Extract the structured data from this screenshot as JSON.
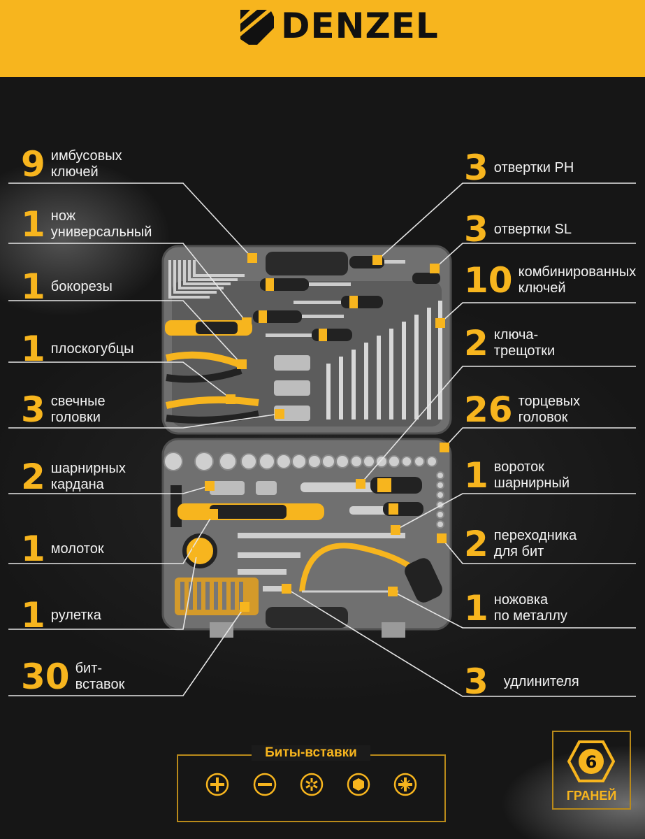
{
  "brand": {
    "name": "DENZEL"
  },
  "colors": {
    "accent": "#f7b51e",
    "background": "#1b1b1b",
    "case": "#6e6e6e"
  },
  "left_callouts": [
    {
      "num": "9",
      "line1": "имбусовых",
      "line2": "ключей"
    },
    {
      "num": "1",
      "line1": "нож",
      "line2": "универсальный"
    },
    {
      "num": "1",
      "line1": "бокорезы",
      "line2": ""
    },
    {
      "num": "1",
      "line1": "плоскогубцы",
      "line2": ""
    },
    {
      "num": "3",
      "line1": "свечные",
      "line2": "головки"
    },
    {
      "num": "2",
      "line1": "шарнирных",
      "line2": "кардана"
    },
    {
      "num": "1",
      "line1": "молоток",
      "line2": ""
    },
    {
      "num": "1",
      "line1": "рулетка",
      "line2": ""
    },
    {
      "num": "30",
      "line1": "бит-",
      "line2": "вставок"
    }
  ],
  "right_callouts": [
    {
      "num": "3",
      "line1": "отвертки PH",
      "line2": ""
    },
    {
      "num": "3",
      "line1": "отвертки SL",
      "line2": ""
    },
    {
      "num": "10",
      "line1": "комбинированных",
      "line2": "ключей"
    },
    {
      "num": "2",
      "line1": "ключа-",
      "line2": "трещотки"
    },
    {
      "num": "26",
      "line1": "торцевых",
      "line2": "головок"
    },
    {
      "num": "1",
      "line1": "вороток",
      "line2": "шарнирный"
    },
    {
      "num": "2",
      "line1": "переходника",
      "line2": "для бит"
    },
    {
      "num": "1",
      "line1": "ножовка",
      "line2": "по металлу"
    },
    {
      "num": "3",
      "line1": "удлинителя",
      "line2": ""
    }
  ],
  "bits": {
    "title": "Биты-вставки",
    "icons": [
      "phillips-bit-icon",
      "slotted-bit-icon",
      "torx-bit-icon",
      "hex-bit-icon",
      "pozidriv-bit-icon"
    ]
  },
  "hex_badge": {
    "number": "6",
    "caption": "ГРАНЕЙ"
  }
}
